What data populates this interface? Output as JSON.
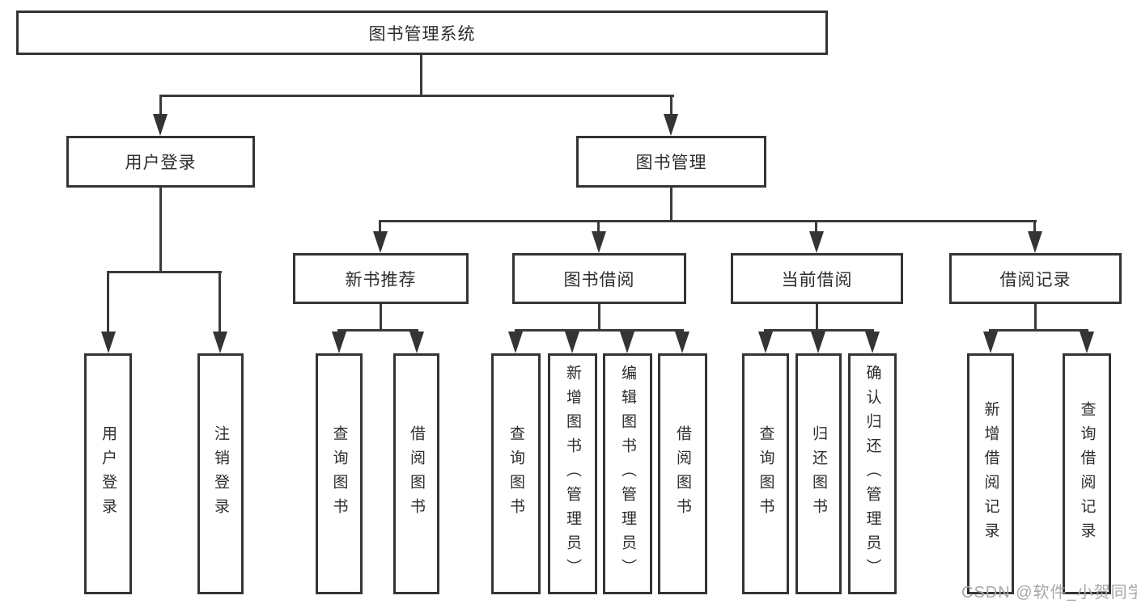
{
  "tree": {
    "root": {
      "label": "图书管理系统"
    },
    "children": [
      {
        "label": "用户登录",
        "children": [
          {
            "label": "用户登录"
          },
          {
            "label": "注销登录"
          }
        ]
      },
      {
        "label": "图书管理",
        "children": [
          {
            "label": "新书推荐",
            "children": [
              {
                "label": "查询图书"
              },
              {
                "label": "借阅图书"
              }
            ]
          },
          {
            "label": "图书借阅",
            "children": [
              {
                "label": "查询图书"
              },
              {
                "label": "新增图书（管理员）"
              },
              {
                "label": "编辑图书（管理员）"
              },
              {
                "label": "借阅图书"
              }
            ]
          },
          {
            "label": "当前借阅",
            "children": [
              {
                "label": "查询图书"
              },
              {
                "label": "归还图书"
              },
              {
                "label": "确认归还（管理员）"
              }
            ]
          },
          {
            "label": "借阅记录",
            "children": [
              {
                "label": "新增借阅记录"
              },
              {
                "label": "查询借阅记录"
              }
            ]
          }
        ]
      }
    ]
  },
  "watermark": {
    "text": "CSDN @软件_小贺同学"
  },
  "colors": {
    "line": "#3a3a3a",
    "box_border": "#343434",
    "text": "#2d2d2d",
    "watermark": "#a8a8a8",
    "background": "#ffffff"
  }
}
